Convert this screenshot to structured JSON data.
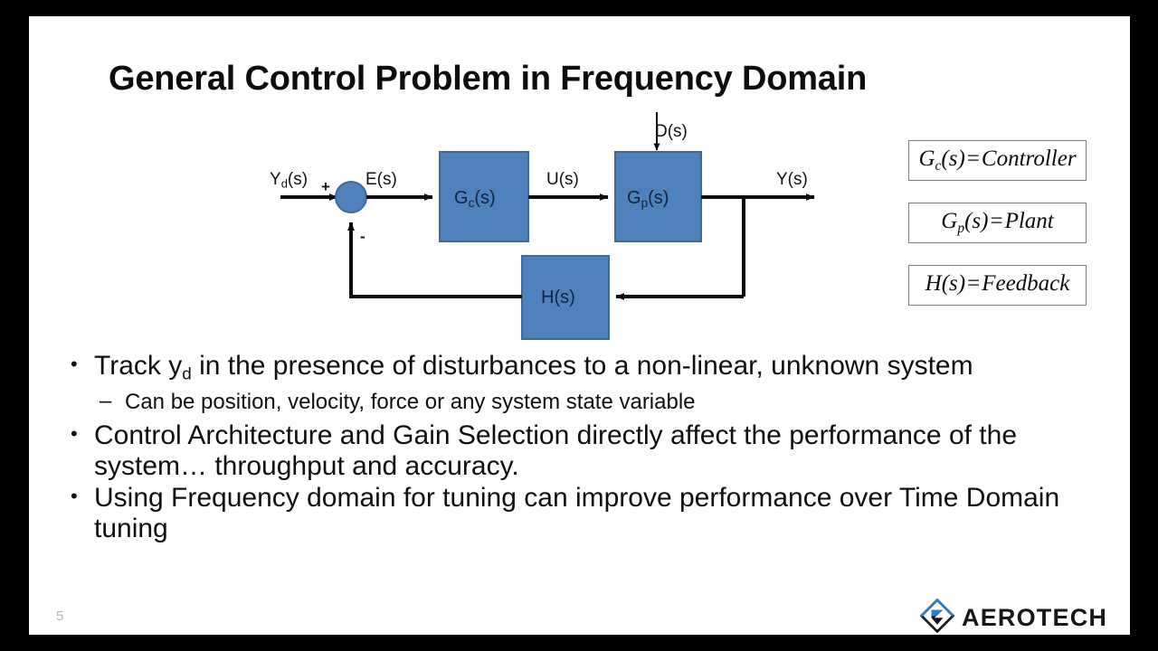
{
  "slide": {
    "title": "General Control Problem in Frequency Domain",
    "page_number": "5"
  },
  "diagram": {
    "signals": {
      "reference": "Y",
      "reference_sub": "d",
      "reference_tail": "(s)",
      "error": "E(s)",
      "control": "U(s)",
      "disturbance": "D(s)",
      "output": "Y(s)"
    },
    "summing_junction": {
      "plus": "+",
      "minus": "-"
    },
    "blocks": [
      {
        "id": "controller",
        "label": "G",
        "sub": "c",
        "tail": "(s)"
      },
      {
        "id": "plant",
        "label": "G",
        "sub": "p",
        "tail": "(s)"
      },
      {
        "id": "feedback",
        "label": "H(s)",
        "sub": "",
        "tail": ""
      }
    ],
    "colors": {
      "block_fill": "#4f81bd",
      "block_stroke": "#3d6a9e",
      "line": "#0d0d0d"
    }
  },
  "legend": [
    {
      "symbol": "G",
      "sub": "c",
      "args": "(s)",
      "op": "=",
      "meaning": "Controller"
    },
    {
      "symbol": "G",
      "sub": "p",
      "args": "(s)",
      "op": "=",
      "meaning": "Plant"
    },
    {
      "symbol": "H",
      "sub": "",
      "args": "(s)",
      "op": "=",
      "meaning": "Feedback"
    }
  ],
  "bullets": [
    {
      "level": 1,
      "marker": "•",
      "pre": "Track y",
      "sub": "d",
      "post": " in the presence of disturbances to a non-linear, unknown system"
    },
    {
      "level": 2,
      "marker": "–",
      "pre": "Can be position, velocity, force or any system state variable",
      "sub": "",
      "post": ""
    },
    {
      "level": 1,
      "marker": "•",
      "pre": "Control Architecture and Gain Selection directly affect the performance of the system… throughput and accuracy.",
      "sub": "",
      "post": ""
    },
    {
      "level": 1,
      "marker": "•",
      "pre": "Using Frequency domain for tuning can improve performance over Time Domain tuning",
      "sub": "",
      "post": ""
    }
  ],
  "logo": {
    "wordmark": "AEROTECH",
    "mark_top_color": "#2d7fc1",
    "mark_bottom_color": "#14181c"
  }
}
